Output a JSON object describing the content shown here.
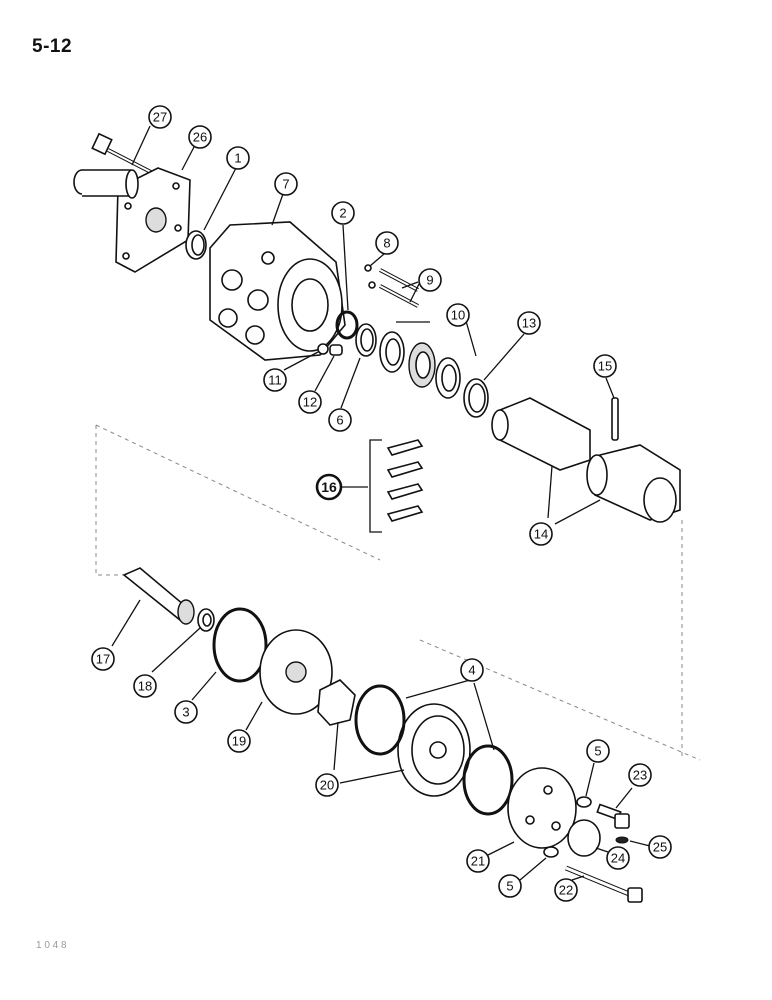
{
  "page": {
    "number": "5-12",
    "footer_code": "1 0 4 8"
  },
  "callouts": [
    {
      "id": "c1",
      "label": "1"
    },
    {
      "id": "c2",
      "label": "2"
    },
    {
      "id": "c3",
      "label": "3"
    },
    {
      "id": "c4",
      "label": "4"
    },
    {
      "id": "c5a",
      "label": "5"
    },
    {
      "id": "c5b",
      "label": "5"
    },
    {
      "id": "c6",
      "label": "6"
    },
    {
      "id": "c7",
      "label": "7"
    },
    {
      "id": "c8",
      "label": "8"
    },
    {
      "id": "c9",
      "label": "9"
    },
    {
      "id": "c10",
      "label": "10"
    },
    {
      "id": "c11",
      "label": "11"
    },
    {
      "id": "c12",
      "label": "12"
    },
    {
      "id": "c13",
      "label": "13"
    },
    {
      "id": "c14",
      "label": "14"
    },
    {
      "id": "c15",
      "label": "15"
    },
    {
      "id": "c16",
      "label": "16"
    },
    {
      "id": "c17",
      "label": "17"
    },
    {
      "id": "c18",
      "label": "18"
    },
    {
      "id": "c19",
      "label": "19"
    },
    {
      "id": "c20",
      "label": "20"
    },
    {
      "id": "c21",
      "label": "21"
    },
    {
      "id": "c22",
      "label": "22"
    },
    {
      "id": "c23",
      "label": "23"
    },
    {
      "id": "c24",
      "label": "24"
    },
    {
      "id": "c25",
      "label": "25"
    },
    {
      "id": "c26",
      "label": "26"
    },
    {
      "id": "c27",
      "label": "27"
    }
  ]
}
